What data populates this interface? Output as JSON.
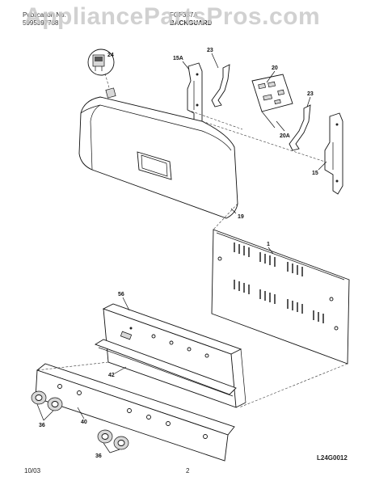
{
  "header": {
    "publication_label": "Publication No.",
    "publication_number": "5995397788",
    "model": "FGF337A",
    "section": "BACKGUARD"
  },
  "watermark": "AppliancePartsPros.com",
  "parts": [
    {
      "id": "p24",
      "label": "24"
    },
    {
      "id": "p15a",
      "label": "15A"
    },
    {
      "id": "p23a",
      "label": "23"
    },
    {
      "id": "p20",
      "label": "20"
    },
    {
      "id": "p23b",
      "label": "23"
    },
    {
      "id": "p20a",
      "label": "20A"
    },
    {
      "id": "p15",
      "label": "15"
    },
    {
      "id": "p19",
      "label": "19"
    },
    {
      "id": "p1",
      "label": "1"
    },
    {
      "id": "p56",
      "label": "56"
    },
    {
      "id": "p42",
      "label": "42"
    },
    {
      "id": "p36a",
      "label": "36"
    },
    {
      "id": "p40",
      "label": "40"
    },
    {
      "id": "p36b",
      "label": "36"
    }
  ],
  "footer": {
    "date": "10/03",
    "page": "2",
    "drawing_code": "L24G0012"
  }
}
